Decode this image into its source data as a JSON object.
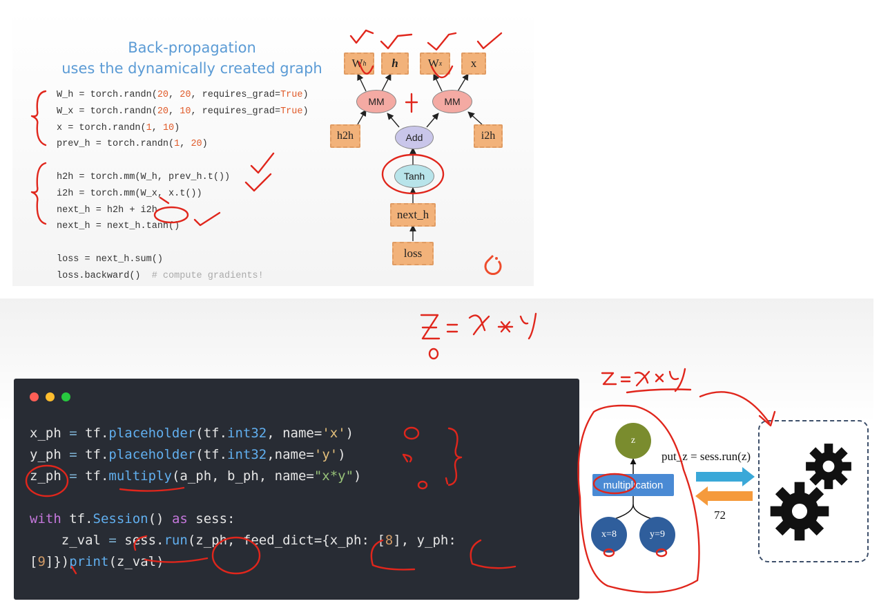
{
  "top_slide": {
    "title_line1": "Back-propagation",
    "title_line2": "uses the dynamically created graph",
    "code": [
      [
        "W_h = torch.randn(",
        "20",
        ", ",
        "20",
        ", requires_grad=",
        "True",
        ")"
      ],
      [
        "W_x = torch.randn(",
        "20",
        ", ",
        "10",
        ", requires_grad=",
        "True",
        ")"
      ],
      [
        "x = torch.randn(",
        "1",
        ", ",
        "10",
        ")"
      ],
      [
        "prev_h = torch.randn(",
        "1",
        ", ",
        "20",
        ")"
      ],
      [
        ""
      ],
      [
        "h2h = torch.mm(W_h, prev_h.t())"
      ],
      [
        "i2h = torch.mm(W_x, x.t())"
      ],
      [
        "next_h = h2h + i2h"
      ],
      [
        "next_h = next_h.tanh()"
      ],
      [
        ""
      ],
      [
        "loss = next_h.sum()"
      ],
      [
        "loss.backward()  ",
        "# compute gradients!"
      ]
    ],
    "graph": {
      "wh": "W",
      "wh_sub": "h",
      "h": "h",
      "wx": "W",
      "wx_sub": "x",
      "x": "x",
      "mm_left": "MM",
      "mm_right": "MM",
      "h2h": "h2h",
      "add": "Add",
      "i2h": "i2h",
      "tanh": "Tanh",
      "next_h": "next_h",
      "loss": "loss"
    },
    "colors": {
      "box": "#f2b27a",
      "mm": "#f4aaa3",
      "add": "#c9c6ea",
      "tanh": "#b8e4ea",
      "logo": "#ee4c2c"
    }
  },
  "annotations": {
    "top_formula": "z = x * y",
    "right_formula": "z = x * y"
  },
  "tf_code": {
    "lines": [
      [
        [
          "x_ph",
          ""
        ],
        [
          " = ",
          "op"
        ],
        [
          "tf.",
          ""
        ],
        [
          "placeholder",
          "fn"
        ],
        [
          "(tf.",
          ""
        ],
        [
          "int32",
          "fn"
        ],
        [
          ", name=",
          ""
        ],
        [
          "'x'",
          "str"
        ],
        [
          ")",
          ""
        ]
      ],
      [
        [
          "y_ph",
          ""
        ],
        [
          " = ",
          "op"
        ],
        [
          "tf.",
          ""
        ],
        [
          "placeholder",
          "fn"
        ],
        [
          "(tf.",
          ""
        ],
        [
          "int32",
          "fn"
        ],
        [
          ",name=",
          ""
        ],
        [
          "'y'",
          "str"
        ],
        [
          ")",
          ""
        ]
      ],
      [
        [
          "z_ph",
          ""
        ],
        [
          " = ",
          "op"
        ],
        [
          "tf.",
          ""
        ],
        [
          "multiply",
          "fn"
        ],
        [
          "(a_ph, b_ph, name=",
          ""
        ],
        [
          "\"x*y\"",
          "str2"
        ],
        [
          ")",
          ""
        ]
      ],
      [
        [
          "",
          ""
        ]
      ],
      [
        [
          "with",
          "kw"
        ],
        [
          " tf.",
          ""
        ],
        [
          "Session",
          "fn"
        ],
        [
          "() ",
          ""
        ],
        [
          "as",
          "kw"
        ],
        [
          " sess:",
          ""
        ]
      ],
      [
        [
          "    z_val ",
          ""
        ],
        [
          "=",
          "op"
        ],
        [
          " sess.",
          ""
        ],
        [
          "run",
          "fn"
        ],
        [
          "(z_ph, feed_dict={x_ph: [",
          ""
        ],
        [
          "8",
          "num"
        ],
        [
          "], y_ph:",
          ""
        ]
      ],
      [
        [
          "[",
          ""
        ],
        [
          "9",
          "num"
        ],
        [
          "]})",
          ""
        ],
        [
          "print",
          "fn"
        ],
        [
          "(z_val)",
          ""
        ]
      ]
    ],
    "dot_colors": [
      "#ff5f56",
      "#ffbd2e",
      "#27c93f"
    ]
  },
  "tf_graph": {
    "z": "z",
    "multiplication": "multiplication",
    "x_node": "x=8",
    "y_node": "y=9",
    "run_label": "put_z = sess.run(z)",
    "result": "72",
    "colors": {
      "z": "#7a8c2e",
      "mult": "#4a8ad4",
      "xy": "#2f5e9c",
      "arrow_right": "#3aa8d8",
      "arrow_left": "#f59a3c"
    }
  }
}
